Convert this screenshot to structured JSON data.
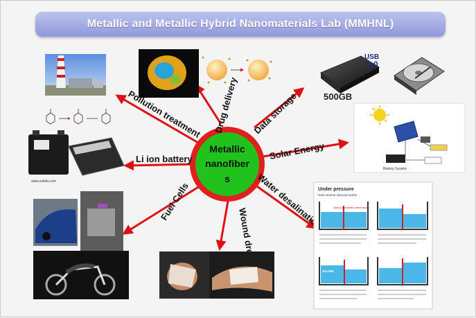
{
  "title": "Metallic and Metallic Hybrid Nanomaterials Lab (MMHNL)",
  "center_label": [
    "Metallic",
    "nanofiber",
    "s"
  ],
  "branches": {
    "pollution": "Pollution treatment",
    "drug": "Drug delivery",
    "data": "Data storage",
    "solar": "Solar Energy",
    "liion": "Li ion battery",
    "water": "Water desalination membrane",
    "fuel": "Fuel Cells",
    "wound": "Wound dressing"
  },
  "image_text": {
    "usb": "USB",
    "usb_version": "2.0",
    "capacity": "500GB",
    "battery_url": "www.sziteb.com",
    "solar_caption": "Battery System",
    "desal_heading": "Under pressure",
    "desal_subheading": "How reverse osmosis works",
    "desal_semi": "Semi-permeable membrane",
    "desal_saline": "SALINE"
  },
  "colors": {
    "arrow": "#dd1111",
    "hub_ring": "#e01f1f",
    "hub_fill": "#22c21c",
    "title_bar": "#9aa2e2",
    "water": "#4bb6e8"
  }
}
